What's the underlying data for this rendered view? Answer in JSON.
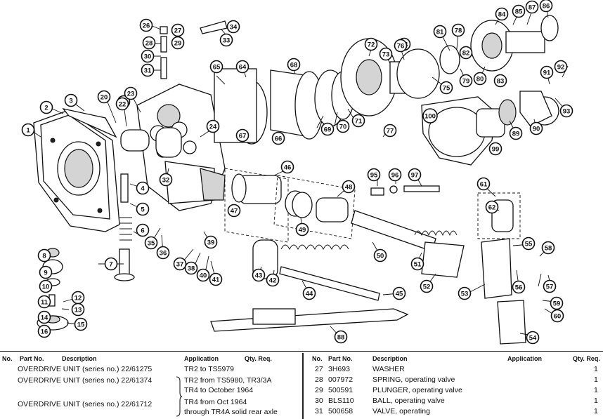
{
  "figure": {
    "callouts": [
      "1",
      "2",
      "3",
      "4",
      "5",
      "6",
      "7",
      "8",
      "9",
      "10",
      "11",
      "12",
      "13",
      "14",
      "15",
      "16",
      "20",
      "21",
      "22",
      "23",
      "24",
      "26",
      "27",
      "28",
      "29",
      "30",
      "31",
      "32",
      "33",
      "34",
      "35",
      "36",
      "37",
      "38",
      "39",
      "40",
      "41",
      "42",
      "43",
      "44",
      "45",
      "46",
      "47",
      "48",
      "49",
      "50",
      "51",
      "52",
      "53",
      "54",
      "55",
      "56",
      "57",
      "58",
      "59",
      "60",
      "61",
      "62",
      "64",
      "65",
      "66",
      "67",
      "68",
      "69",
      "70",
      "71",
      "72",
      "73",
      "74",
      "75",
      "76",
      "77",
      "78",
      "79",
      "80",
      "81",
      "82",
      "83",
      "84",
      "85",
      "86",
      "87",
      "88",
      "89",
      "90",
      "91",
      "92",
      "93",
      "95",
      "96",
      "97",
      "99",
      "100"
    ]
  },
  "table": {
    "left_headers": {
      "no": "No.",
      "part_no": "Part No.",
      "description": "Description",
      "application": "Application",
      "qty": "Qty. Req."
    },
    "right_headers": {
      "no": "No.",
      "part_no": "Part No.",
      "description": "Description",
      "application": "Application",
      "qty": "Qty. Req."
    },
    "left_rows": [
      {
        "description": "OVERDRIVE UNIT (series no.) 22/61275",
        "application": [
          "TR2 to TS5979"
        ],
        "qty": ""
      },
      {
        "description": "OVERDRIVE UNIT (series no.) 22/61374",
        "application": [
          "TR2 from TS5980, TR3/3A",
          "TR4 to October 1964"
        ],
        "qty": ""
      },
      {
        "description": "OVERDRIVE UNIT (series no.) 22/61712",
        "application": [
          "TR4 from Oct 1964",
          "through TR4A solid rear axle"
        ],
        "qty": ""
      }
    ],
    "right_rows": [
      {
        "no": "27",
        "part_no": "3H693",
        "description": "WASHER",
        "application": "",
        "qty": "1"
      },
      {
        "no": "28",
        "part_no": "007972",
        "description": "SPRING, operating valve",
        "application": "",
        "qty": "1"
      },
      {
        "no": "29",
        "part_no": "500591",
        "description": "PLUNGER, operating valve",
        "application": "",
        "qty": "1"
      },
      {
        "no": "30",
        "part_no": "BLS110",
        "description": "BALL, operating valve",
        "application": "",
        "qty": "1"
      },
      {
        "no": "31",
        "part_no": "500658",
        "description": "VALVE, operating",
        "application": "",
        "qty": "1"
      }
    ]
  }
}
